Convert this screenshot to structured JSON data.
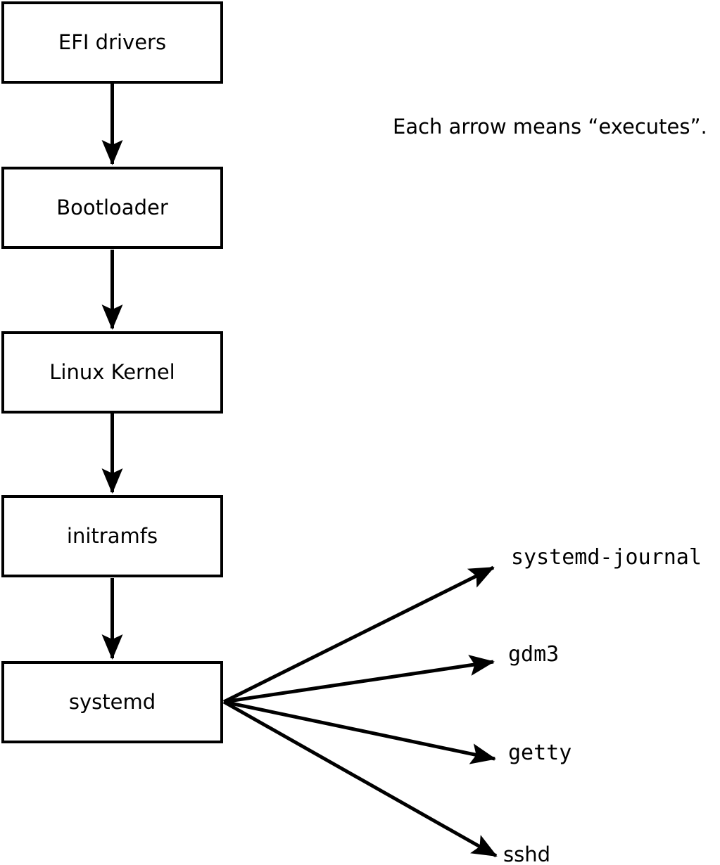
{
  "diagram": {
    "annotation": "Each arrow means “executes”.",
    "boot_chain": [
      {
        "label": "EFI drivers"
      },
      {
        "label": "Bootloader"
      },
      {
        "label": "Linux Kernel"
      },
      {
        "label": "initramfs"
      },
      {
        "label": "systemd"
      }
    ],
    "services": [
      {
        "label": "systemd-journal"
      },
      {
        "label": "gdm3"
      },
      {
        "label": "getty"
      },
      {
        "label": "sshd"
      }
    ],
    "colors": {
      "foreground": "#000000",
      "background": "#ffffff"
    }
  }
}
